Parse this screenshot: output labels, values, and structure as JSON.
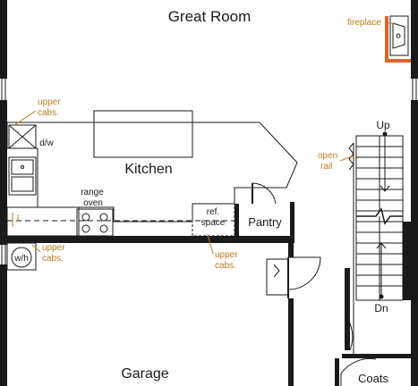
{
  "rooms": {
    "great_room": "Great Room",
    "kitchen": "Kitchen",
    "garage": "Garage",
    "pantry": "Pantry",
    "coats": "Coats"
  },
  "fixtures": {
    "dw": "d/w",
    "range_line1": "range",
    "range_line2": "oven",
    "ref_line1": "ref.",
    "ref_line2": "space",
    "wh": "w/h"
  },
  "stairs": {
    "up": "Up",
    "dn": "Dn"
  },
  "notes": {
    "fireplace": "fireplace",
    "upper_cabs_1_line1": "upper",
    "upper_cabs_1_line2": "cabs.",
    "upper_cabs_2_line1": "upper",
    "upper_cabs_2_line2": "cabs.",
    "upper_cabs_3_line1": "upper",
    "upper_cabs_3_line2": "cabs.",
    "open_rail_line1": "open",
    "open_rail_line2": "rail"
  },
  "colors": {
    "wall": "#1a1a1a",
    "note": "#c07a1e",
    "fireplace": "#e0622a"
  }
}
